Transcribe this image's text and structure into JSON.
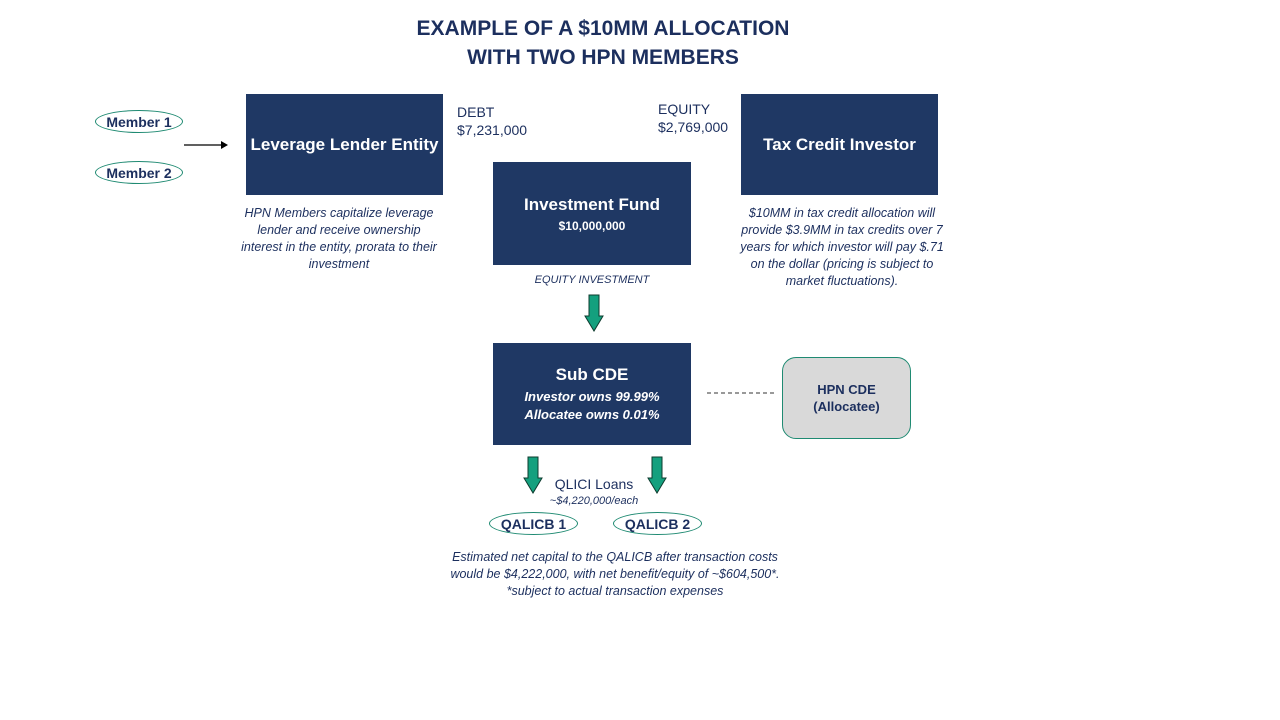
{
  "title": {
    "line1": "EXAMPLE OF A $10MM ALLOCATION",
    "line2": "WITH TWO HPN MEMBERS"
  },
  "members": [
    "Member 1",
    "Member 2"
  ],
  "leverage_lender": {
    "label": "Leverage Lender Entity",
    "note": "HPN Members capitalize leverage lender and receive ownership interest in the entity, prorata to their investment"
  },
  "debt": {
    "label": "DEBT",
    "amount": "$7,231,000"
  },
  "equity": {
    "label": "EQUITY",
    "amount": "$2,769,000"
  },
  "tax_credit_investor": {
    "label": "Tax Credit Investor",
    "note": "$10MM in tax credit allocation will provide $3.9MM in tax credits over 7 years for which investor will pay $.71 on the dollar (pricing is subject to market fluctuations)."
  },
  "investment_fund": {
    "label": "Investment Fund",
    "amount": "$10,000,000"
  },
  "equity_investment_label": "EQUITY  INVESTMENT",
  "sub_cde": {
    "label": "Sub CDE",
    "line1": "Investor owns 99.99%",
    "line2": "Allocatee owns 0.01%"
  },
  "hpn_cde": {
    "line1": "HPN CDE",
    "line2": "(Allocatee)"
  },
  "qlici": {
    "label": "QLICI Loans",
    "amount": "~$4,220,000/each"
  },
  "qalicbs": [
    "QALICB 1",
    "QALICB 2"
  ],
  "footer_note": {
    "line1": "Estimated net capital to the QALICB after transaction costs",
    "line2": "would be $4,222,000, with net benefit/equity of ~$604,500*.",
    "line3": "*subject to actual transaction expenses"
  },
  "colors": {
    "box_navy": "#1f3864",
    "text_navy": "#1c2f5e",
    "arrow_teal": "#14a07e",
    "oval_border": "#1f8a72",
    "hpn_box_gray": "#d9d9d9"
  }
}
